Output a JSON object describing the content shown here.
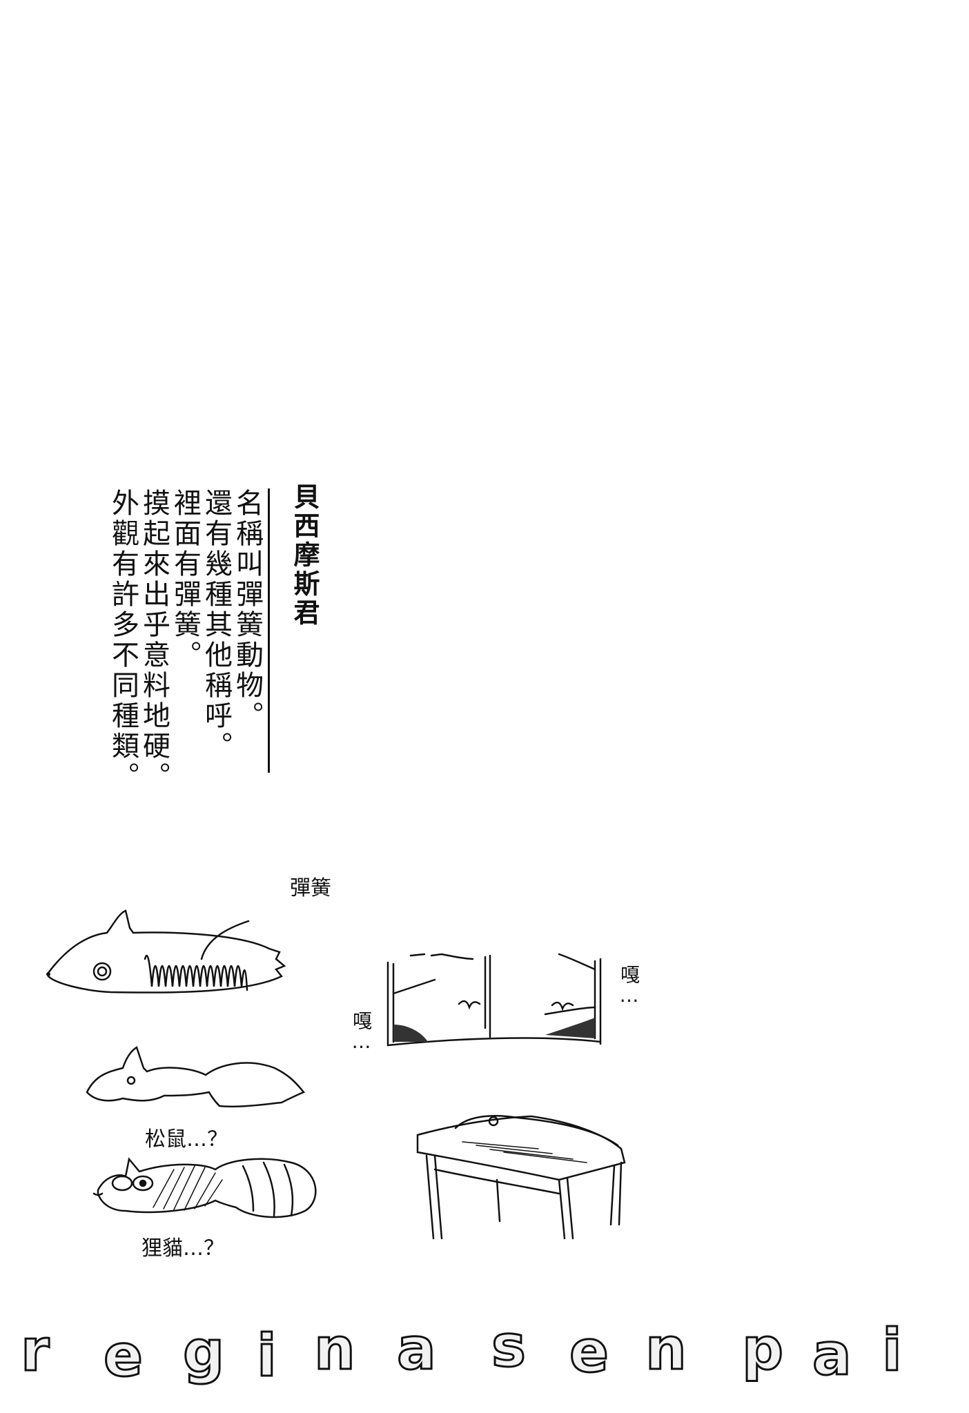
{
  "caption": {
    "title": "貝西摩斯君",
    "lines": [
      "名稱叫彈簧動物。",
      "還有幾種其他稱呼。",
      "裡面有彈簧。",
      "摸起來出乎意料地硬。",
      "外觀有許多不同種類。"
    ]
  },
  "illustrations": {
    "spring_label": "彈簧",
    "squirrel_label": "松鼠…？",
    "tanuki_label": "狸貓…？",
    "sfx_left": "嘎…",
    "sfx_right": "嘎…"
  },
  "banner": {
    "text": "REGINA SENPAI",
    "letters": [
      "R",
      "E",
      "G",
      "i",
      "N",
      "A",
      "S",
      "E",
      "N",
      "P",
      "A",
      "i"
    ]
  },
  "colors": {
    "ink": "#111111",
    "paper": "#ffffff",
    "letter_fill": "#f2f2f2"
  }
}
